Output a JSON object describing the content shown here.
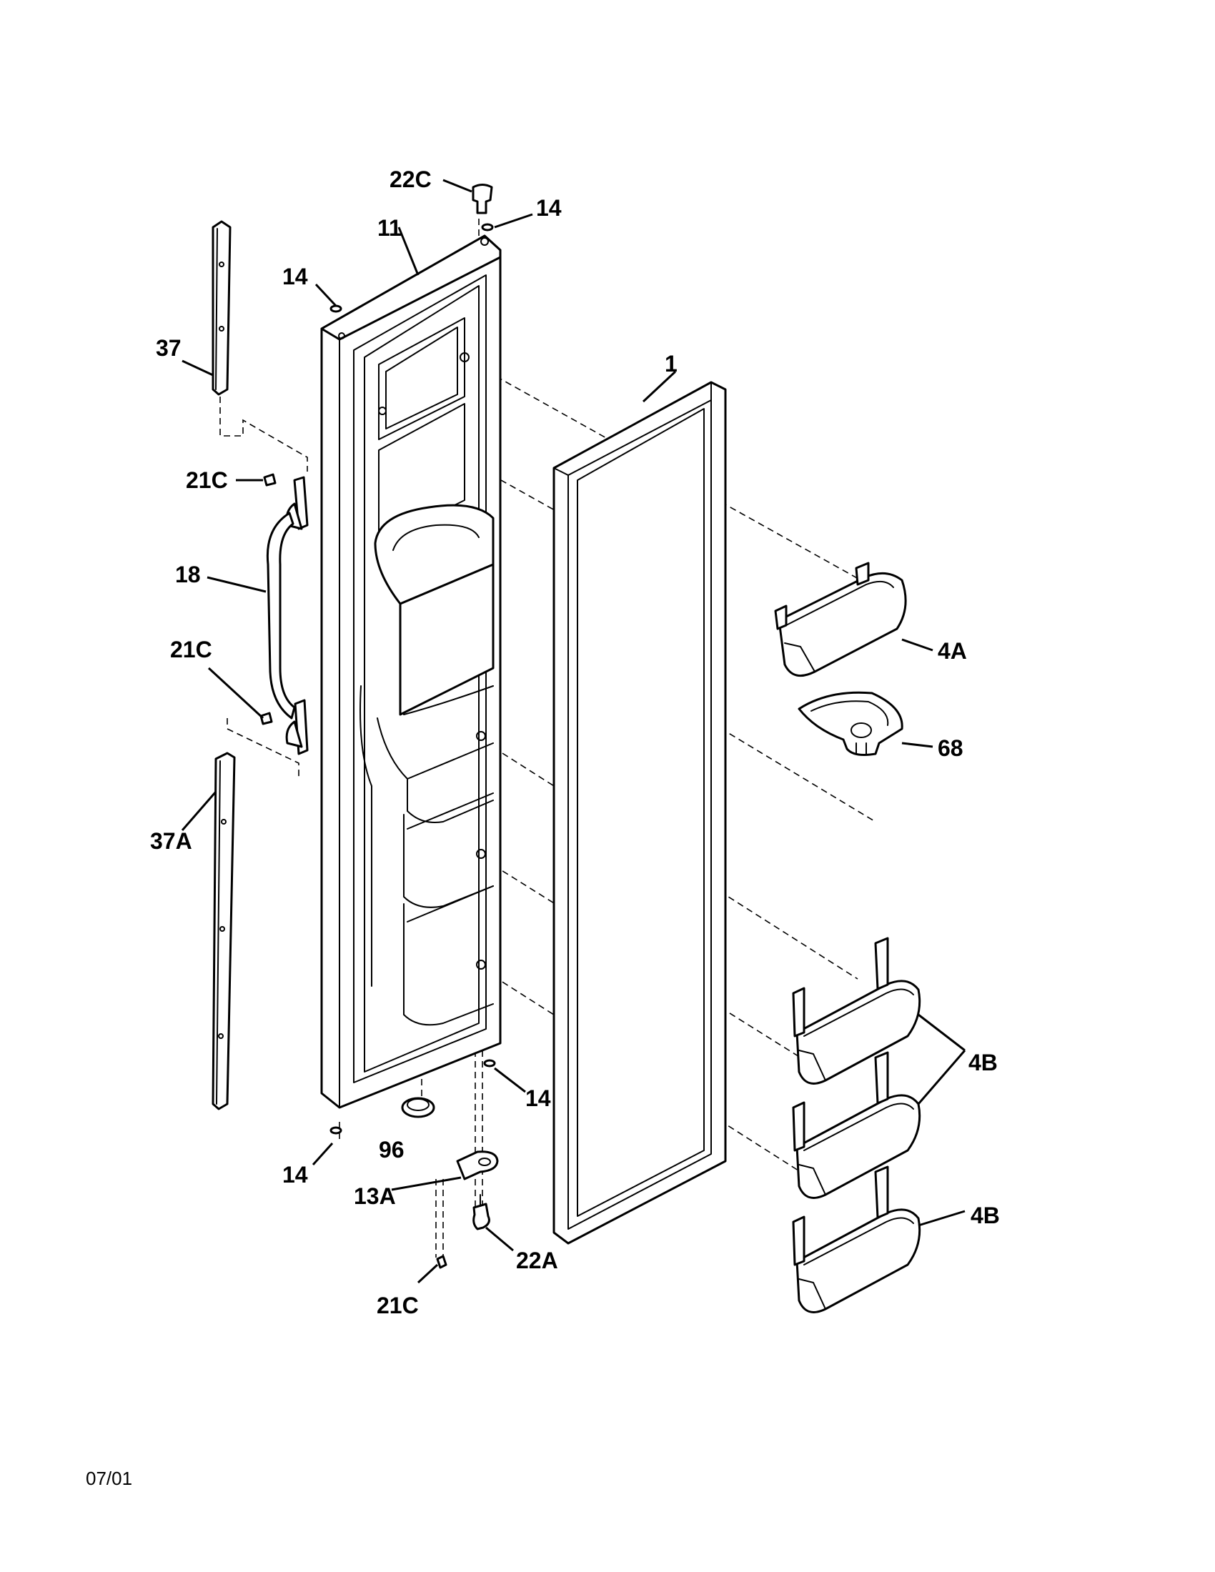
{
  "callouts": {
    "c_22c_top": "22C",
    "c_14_top_right": "14",
    "c_11": "11",
    "c_14_top_left": "14",
    "c_37": "37",
    "c_1": "1",
    "c_21c_upper": "21C",
    "c_18": "18",
    "c_4a": "4A",
    "c_21c_middle": "21C",
    "c_68": "68",
    "c_37a": "37A",
    "c_4b_pair": "4B",
    "c_14_bottom_right": "14",
    "c_96": "96",
    "c_14_bottom_left": "14",
    "c_13a": "13A",
    "c_4b_single": "4B",
    "c_22a": "22A",
    "c_21c_bottom": "21C"
  },
  "footer": {
    "date_code": "07/01"
  },
  "colors": {
    "line": "#000000",
    "background": "#ffffff"
  }
}
